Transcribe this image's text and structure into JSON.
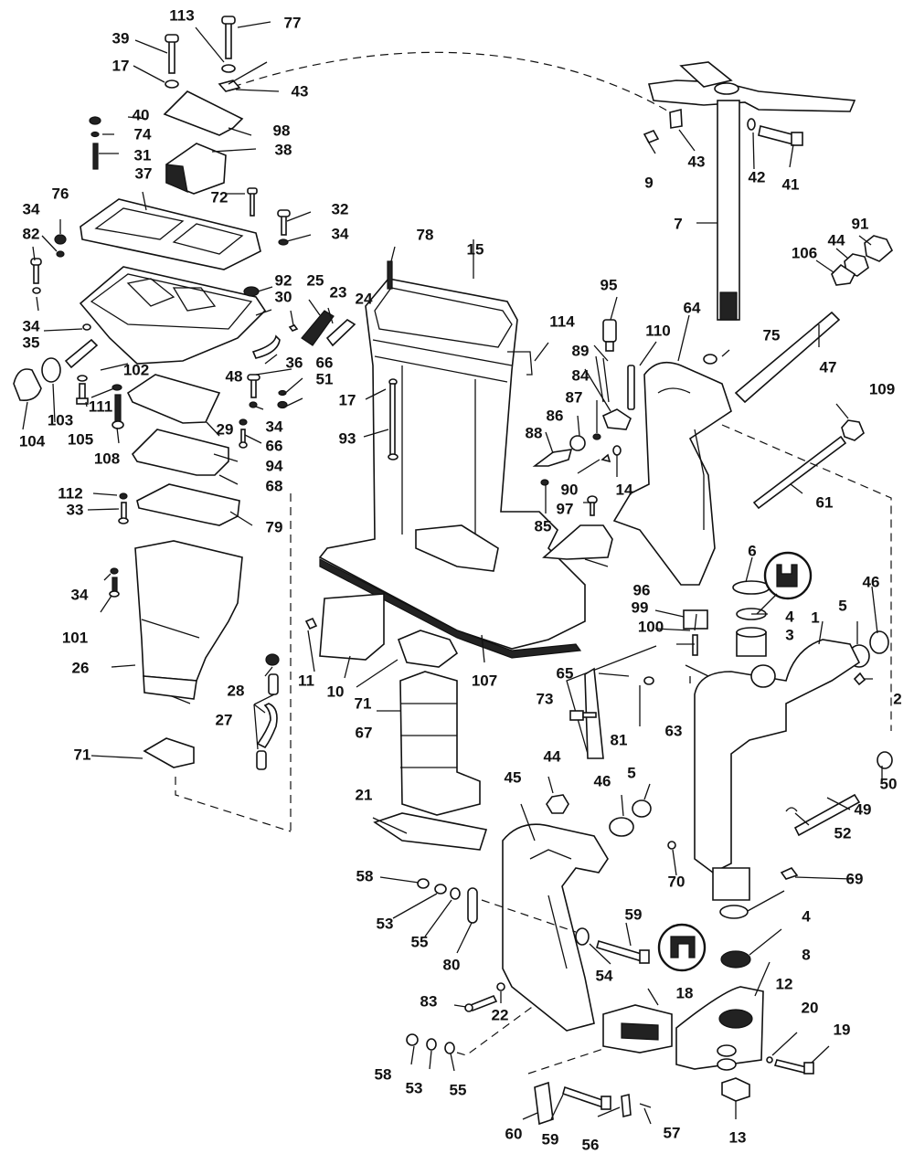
{
  "diagram": {
    "type": "exploded-parts-view",
    "subject": "outboard motor midsection / exhaust housing and swivel bracket assembly",
    "background_color": "#ffffff",
    "ink_color": "#111111",
    "callouts": [
      {
        "id": "c113",
        "label": "113"
      },
      {
        "id": "c77",
        "label": "77"
      },
      {
        "id": "c39",
        "label": "39"
      },
      {
        "id": "c17a",
        "label": "17"
      },
      {
        "id": "c43a",
        "label": "43"
      },
      {
        "id": "c40",
        "label": "40"
      },
      {
        "id": "c98",
        "label": "98"
      },
      {
        "id": "c74",
        "label": "74"
      },
      {
        "id": "c31",
        "label": "31"
      },
      {
        "id": "c38",
        "label": "38"
      },
      {
        "id": "c37",
        "label": "37"
      },
      {
        "id": "c72",
        "label": "72"
      },
      {
        "id": "c76",
        "label": "76"
      },
      {
        "id": "c32",
        "label": "32"
      },
      {
        "id": "c34a",
        "label": "34"
      },
      {
        "id": "c82",
        "label": "82"
      },
      {
        "id": "c34b",
        "label": "34"
      },
      {
        "id": "c78",
        "label": "78"
      },
      {
        "id": "c15",
        "label": "15"
      },
      {
        "id": "c92",
        "label": "92"
      },
      {
        "id": "c25",
        "label": "25"
      },
      {
        "id": "c30",
        "label": "30"
      },
      {
        "id": "c23",
        "label": "23"
      },
      {
        "id": "c24",
        "label": "24"
      },
      {
        "id": "c34c",
        "label": "34"
      },
      {
        "id": "c35",
        "label": "35"
      },
      {
        "id": "c114",
        "label": "114"
      },
      {
        "id": "c102",
        "label": "102"
      },
      {
        "id": "c48",
        "label": "48"
      },
      {
        "id": "c36",
        "label": "36"
      },
      {
        "id": "c66a",
        "label": "66"
      },
      {
        "id": "c51",
        "label": "51"
      },
      {
        "id": "c104",
        "label": "104"
      },
      {
        "id": "c103",
        "label": "103"
      },
      {
        "id": "c111",
        "label": "111"
      },
      {
        "id": "c105",
        "label": "105"
      },
      {
        "id": "c108",
        "label": "108"
      },
      {
        "id": "c29",
        "label": "29"
      },
      {
        "id": "c34d",
        "label": "34"
      },
      {
        "id": "c17b",
        "label": "17"
      },
      {
        "id": "c66b",
        "label": "66"
      },
      {
        "id": "c93",
        "label": "93"
      },
      {
        "id": "c94",
        "label": "94"
      },
      {
        "id": "c68",
        "label": "68"
      },
      {
        "id": "c112",
        "label": "112"
      },
      {
        "id": "c33",
        "label": "33"
      },
      {
        "id": "c79",
        "label": "79"
      },
      {
        "id": "c34e",
        "label": "34"
      },
      {
        "id": "c101",
        "label": "101"
      },
      {
        "id": "c26",
        "label": "26"
      },
      {
        "id": "c28",
        "label": "28"
      },
      {
        "id": "c27",
        "label": "27"
      },
      {
        "id": "c71a",
        "label": "71"
      },
      {
        "id": "c11",
        "label": "11"
      },
      {
        "id": "c10",
        "label": "10"
      },
      {
        "id": "c71b",
        "label": "71"
      },
      {
        "id": "c107",
        "label": "107"
      },
      {
        "id": "c67",
        "label": "67"
      },
      {
        "id": "c21",
        "label": "21"
      },
      {
        "id": "c9",
        "label": "9"
      },
      {
        "id": "c43b",
        "label": "43"
      },
      {
        "id": "c42",
        "label": "42"
      },
      {
        "id": "c41",
        "label": "41"
      },
      {
        "id": "c7",
        "label": "7"
      },
      {
        "id": "c91",
        "label": "91"
      },
      {
        "id": "c44a",
        "label": "44"
      },
      {
        "id": "c106",
        "label": "106"
      },
      {
        "id": "c95",
        "label": "95"
      },
      {
        "id": "c64",
        "label": "64"
      },
      {
        "id": "c75",
        "label": "75"
      },
      {
        "id": "c47",
        "label": "47"
      },
      {
        "id": "c110",
        "label": "110"
      },
      {
        "id": "c89",
        "label": "89"
      },
      {
        "id": "c84",
        "label": "84"
      },
      {
        "id": "c87",
        "label": "87"
      },
      {
        "id": "c86",
        "label": "86"
      },
      {
        "id": "c88",
        "label": "88"
      },
      {
        "id": "c109",
        "label": "109"
      },
      {
        "id": "c90",
        "label": "90"
      },
      {
        "id": "c14",
        "label": "14"
      },
      {
        "id": "c97",
        "label": "97"
      },
      {
        "id": "c85",
        "label": "85"
      },
      {
        "id": "c61",
        "label": "61"
      },
      {
        "id": "c96",
        "label": "96"
      },
      {
        "id": "c6",
        "label": "6"
      },
      {
        "id": "c46a",
        "label": "46"
      },
      {
        "id": "c99",
        "label": "99"
      },
      {
        "id": "c4a",
        "label": "4"
      },
      {
        "id": "c5a",
        "label": "5"
      },
      {
        "id": "c100",
        "label": "100"
      },
      {
        "id": "c3",
        "label": "3"
      },
      {
        "id": "c1",
        "label": "1"
      },
      {
        "id": "c65",
        "label": "65"
      },
      {
        "id": "c2",
        "label": "2"
      },
      {
        "id": "c73",
        "label": "73"
      },
      {
        "id": "c63",
        "label": "63"
      },
      {
        "id": "c81",
        "label": "81"
      },
      {
        "id": "c50",
        "label": "50"
      },
      {
        "id": "c44b",
        "label": "44"
      },
      {
        "id": "c45",
        "label": "45"
      },
      {
        "id": "c46b",
        "label": "46"
      },
      {
        "id": "c5b",
        "label": "5"
      },
      {
        "id": "c49",
        "label": "49"
      },
      {
        "id": "c52",
        "label": "52"
      },
      {
        "id": "c70",
        "label": "70"
      },
      {
        "id": "c69",
        "label": "69"
      },
      {
        "id": "c58a",
        "label": "58"
      },
      {
        "id": "c53a",
        "label": "53"
      },
      {
        "id": "c55a",
        "label": "55"
      },
      {
        "id": "c80",
        "label": "80"
      },
      {
        "id": "c59a",
        "label": "59"
      },
      {
        "id": "c4b",
        "label": "4"
      },
      {
        "id": "c8",
        "label": "8"
      },
      {
        "id": "c54",
        "label": "54"
      },
      {
        "id": "c18",
        "label": "18"
      },
      {
        "id": "c12",
        "label": "12"
      },
      {
        "id": "c83",
        "label": "83"
      },
      {
        "id": "c22",
        "label": "22"
      },
      {
        "id": "c20",
        "label": "20"
      },
      {
        "id": "c19",
        "label": "19"
      },
      {
        "id": "c58b",
        "label": "58"
      },
      {
        "id": "c53b",
        "label": "53"
      },
      {
        "id": "c55b",
        "label": "55"
      },
      {
        "id": "c60",
        "label": "60"
      },
      {
        "id": "c59b",
        "label": "59"
      },
      {
        "id": "c56",
        "label": "56"
      },
      {
        "id": "c57",
        "label": "57"
      },
      {
        "id": "c13",
        "label": "13"
      }
    ],
    "symbols": [
      {
        "id": "sym-seal-up",
        "icon": "seal-orientation-icon",
        "meaning": "seal lip orientation (upper)"
      },
      {
        "id": "sym-seal-down",
        "icon": "seal-orientation-icon",
        "meaning": "seal lip orientation (lower)"
      }
    ]
  }
}
